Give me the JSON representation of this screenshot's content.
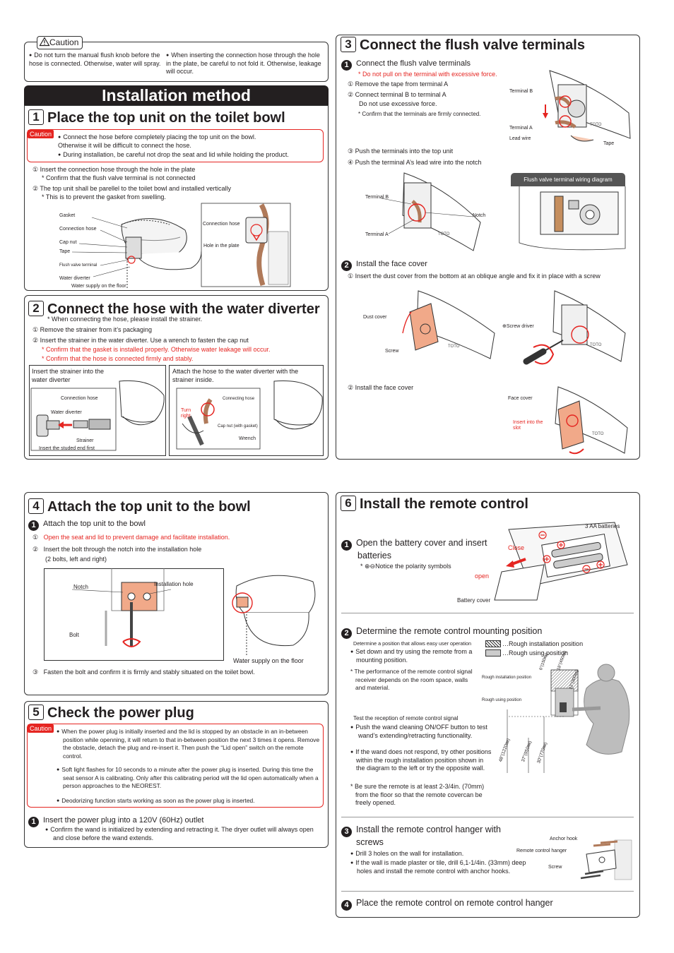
{
  "caution_top": {
    "tag": "Caution",
    "left": "Do not turn the manual flush knob before the hose is connected. Otherwise, water will spray.",
    "right": "When inserting the connection hose through the hole in the plate, be careful to not fold it. Otherwise, leakage will occur."
  },
  "banner": "Installation method",
  "s1": {
    "num": "1",
    "title": "Place the top unit on the toilet bowl",
    "caution_tag": "Caution",
    "caution1": "Connect the hose before completely placing the top unit on the bowl. Otherwise it will be difficult to connect the hose.",
    "caution2": "During installation, be careful not drop the seat and lid while holding the product.",
    "step1": "① Insert the connection hose through the hole in the plate",
    "step1n": "* Confirm that the flush valve terminal is not connected",
    "step2": "② The top unit shall be parellel to the toilet bowl and installed vertically",
    "step2n": "* This is to prevent the gasket from swelling.",
    "labels": {
      "gasket": "Gasket",
      "connection_hose": "Connection hose",
      "cap_nut": "Cap nut",
      "tape": "Tape",
      "flush_valve_terminal": "Flush valve terminal",
      "water_diverter": "Water diverter",
      "water_supply": "Water supply on the floor",
      "connection_hose2": "Connection hose",
      "hole_plate": "Hole in the plate"
    }
  },
  "s2": {
    "num": "2",
    "title": "Connect the hose with the water diverter",
    "note": "* When connecting the hose, please install the strainer.",
    "step1": "① Remove the strainer from it’s packaging",
    "step2": "② Insert the strainer in the water diverter. Use a wrench to fasten the cap nut",
    "red1": "* Confirm that the gasket is installed properly. Otherwise water leakage will occur.",
    "red2": "* Confirm that the hose is connected firmly and stably.",
    "box1_title": "Insert the strainer into the water diverter",
    "box2_title": "Attach the hose to the water diverter with the strainer inside.",
    "labels": {
      "connection_hose": "Connection hose",
      "water_diverter": "Water diverter",
      "strainer": "Strainer",
      "studded_end": "Insert the studed end first",
      "turn_right": "Turn right",
      "connecting_hose": "Connecting hose",
      "cap_nut_gasket": "Cap nut (with gasket)",
      "wrench": "Wrench"
    }
  },
  "s3": {
    "num": "3",
    "title": "Connect the flush valve terminals",
    "sub1": "Connect the flush valve terminals",
    "red1": "* Do not pull on the terminal with excessive force.",
    "step1": "① Remove the tape from terminal A",
    "step2": "② Connect terminal B to terminal A",
    "step2b": "Do not use excessive force.",
    "note": "* Confirm that the terminals are firmly connected.",
    "step3": "③ Push the terminals into the top unit",
    "step4": "④ Push the terminal A’s lead wire into the notch",
    "diagram_tag": "Flush valve terminal wiring diagram",
    "sub2": "Install the face cover",
    "sub2_step1": "① Insert the dust cover from the bottom at an oblique angle and fix it in place with a screw",
    "sub2_step2": "② Install the face cover",
    "labels": {
      "terminal_b": "Terminal B",
      "terminal_a": "Terminal A",
      "lead_wire": "Lead wire",
      "tape": "Tape",
      "notch": "Notch",
      "dust_cover": "Dust cover",
      "screw": "Screw",
      "screw_driver": "⊕Screw driver",
      "face_cover": "Face cover",
      "insert_slot": "Insert into the slot",
      "toto": "TOTO"
    }
  },
  "s4": {
    "num": "4",
    "title": "Attach the top unit to the bowl",
    "sub1": "Attach the top unit to the bowl",
    "step1": "Open the seat and lid to prevent damage and facilitate installation.",
    "step2": "Insert the bolt through the notch into the installation hole",
    "step2b": "(2 bolts, left and right)",
    "step3": "Fasten the bolt and confirm it is firmly and stably situated on the toilet bowl.",
    "labels": {
      "notch": "Notch",
      "installation_hole": "Installation hole",
      "bolt": "Bolt",
      "water_supply": "Water supply on the floor"
    }
  },
  "s5": {
    "num": "5",
    "title": "Check the power plug",
    "caution_tag": "Caution",
    "c1": "When the power plug is initially inserted and the lid is stopped by an obstacle in an in-between position while openning, it will return to that in-between position the next 3 times it opens. Remove the obstacle, detach the plug and re-insert it. Then push the “Lid open” switch on the remote control.",
    "c2": "Soft light flashes for 10 seconds to a minute after the power plug is inserted. During this time the seat sensor A is calibrating. Only after this calibrating period will the lid open automatically when a person approaches to the NEOREST.",
    "c3": "Deodorizing function starts working as soon as the power plug is inserted.",
    "sub1": "Insert the power plug into a 120V (60Hz) outlet",
    "sub1_b": "Confirm the wand is initialized by extending and retracting it. The dryer outlet will always open and close before the wand extends."
  },
  "s6": {
    "num": "6",
    "title": "Install the remote control",
    "sub1": "Open the battery cover and insert batteries",
    "polarity": "Notice the polarity symbols",
    "sub2": "Determine the remote control mounting position",
    "det_small": "Determine a position that allows easy user operation",
    "b1": "Set down and try using the remote from a mounting position.",
    "n1": "The performance of the remote control signal receiver depends on the room space, walls and material.",
    "legend1": "…Rough installation position",
    "legend2": "…Rough using position",
    "test_title": "Test the reception of remote control signal",
    "t1": "Push the wand cleaning ON/OFF button to test wand’s extending/retracting functionality.",
    "t2": "If the wand does not respond, try other positions within the rough installation position shown in the diagram to the left or try the opposite wall.",
    "t3": "Be sure the remote is at least 2-3/4in. (70mm) from the floor so that the remote covercan be freely opened.",
    "sub3": "Install the remote control hanger with screws",
    "h1": "Drill 3 holes on the wall for installation.",
    "h2": "If the wall is made plaster or tile, drill 6,1-1/4in. (33mm) deep holes and install the remote control with anchor hooks.",
    "sub4": "Place the remote control on remote control hanger",
    "labels": {
      "batteries": "3 AA batteries",
      "close": "Close",
      "open": "open",
      "battery_cover": "Battery cover",
      "rough_install": "Rough installation position",
      "rough_using": "Rough using position",
      "d1": "48\"(1220㎜)",
      "d2": "37\"(950㎜)",
      "d3": "30\"(770㎜)",
      "d4": "6\"(150㎜)",
      "d5": "18\"(450㎜)",
      "d6": "12\"(300㎜)",
      "anchor_hook": "Anchor hook",
      "hanger": "Remote control hanger",
      "screw": "Screw"
    }
  }
}
